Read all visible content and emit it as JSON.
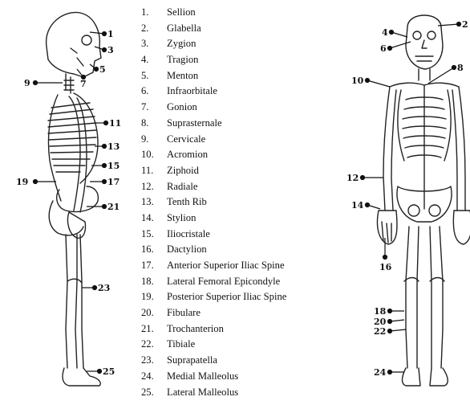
{
  "landmarks": [
    {
      "num": "1.",
      "name": "Sellion"
    },
    {
      "num": "2.",
      "name": "Glabella"
    },
    {
      "num": "3.",
      "name": "Zygion"
    },
    {
      "num": "4.",
      "name": "Tragion"
    },
    {
      "num": "5.",
      "name": "Menton"
    },
    {
      "num": "6.",
      "name": "Infraorbitale"
    },
    {
      "num": "7.",
      "name": "Gonion"
    },
    {
      "num": "8.",
      "name": "Suprasternale"
    },
    {
      "num": "9.",
      "name": "Cervicale"
    },
    {
      "num": "10.",
      "name": "Acromion"
    },
    {
      "num": "11.",
      "name": "Ziphoid"
    },
    {
      "num": "12.",
      "name": "Radiale"
    },
    {
      "num": "13.",
      "name": "Tenth Rib"
    },
    {
      "num": "14.",
      "name": "Stylion"
    },
    {
      "num": "15.",
      "name": "Iliocristale"
    },
    {
      "num": "16.",
      "name": "Dactylion"
    },
    {
      "num": "17.",
      "name": "Anterior Superior Iliac Spine"
    },
    {
      "num": "18.",
      "name": "Lateral Femoral Epicondyle"
    },
    {
      "num": "19.",
      "name": "Posterior Superior Iliac Spine"
    },
    {
      "num": "20.",
      "name": "Fibulare"
    },
    {
      "num": "21.",
      "name": "Trochanterion"
    },
    {
      "num": "22.",
      "name": "Tibiale"
    },
    {
      "num": "23.",
      "name": "Suprapatella"
    },
    {
      "num": "24.",
      "name": "Medial Malleolus"
    },
    {
      "num": "25.",
      "name": "Lateral Malleolus"
    }
  ],
  "side_callouts": [
    "1",
    "3",
    "5",
    "7",
    "9",
    "11",
    "13",
    "15",
    "17",
    "19",
    "21",
    "23",
    "25"
  ],
  "front_callouts": [
    "2",
    "4",
    "6",
    "8",
    "10",
    "12",
    "14",
    "16",
    "18",
    "20",
    "22",
    "24"
  ]
}
